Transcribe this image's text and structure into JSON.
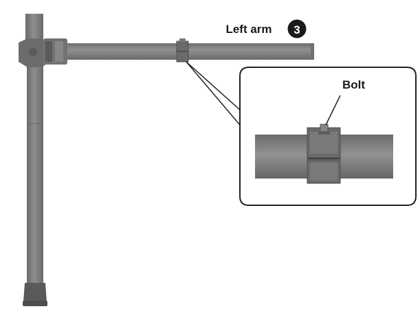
{
  "labels": {
    "arm": "Left arm",
    "step": "3",
    "detail": "Bolt"
  },
  "colors": {
    "tube": "#7e7e7e",
    "tube_dark": "#5e5e5e",
    "clamp": "#666666",
    "foot": "#555555",
    "outline": "#222222",
    "badge": "#1a1a1a",
    "badge_text": "#ffffff"
  }
}
